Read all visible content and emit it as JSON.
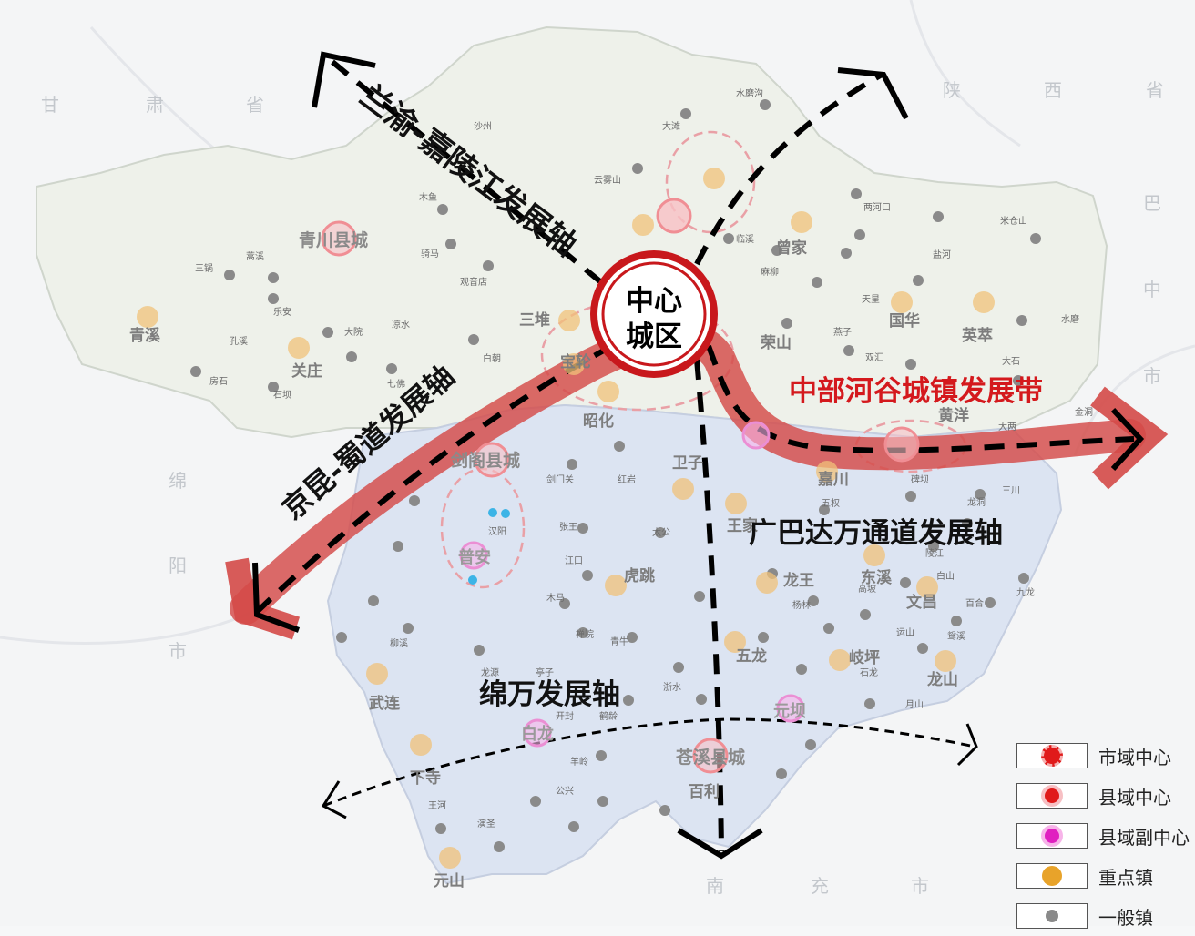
{
  "map": {
    "center_label_line1": "中心",
    "center_label_line2": "城区",
    "axes": {
      "lanyu": "兰渝-嘉陵江发展轴",
      "jingkun": "京昆-蜀道发展轴",
      "central_belt": "中部河谷城镇发展带",
      "guangba": "广巴达万通道发展轴",
      "mianwan": "绵万发展轴"
    },
    "county_centers": [
      "青川县城",
      "剑阁县城",
      "苍溪县城"
    ],
    "sub_centers": [
      "普安",
      "白龙",
      "元坝"
    ],
    "key_towns": [
      "青溪",
      "关庄",
      "三堆",
      "昭化",
      "卫子",
      "曾家",
      "国华",
      "英萃",
      "荣山",
      "黄洋",
      "嘉川",
      "王家",
      "东溪",
      "龙王",
      "文昌",
      "虎跳",
      "五龙",
      "岐坪",
      "龙山",
      "武连",
      "下寺",
      "元山",
      "百利",
      "宝轮"
    ],
    "background_labels": [
      "甘",
      "肃",
      "省",
      "陕",
      "西",
      "省",
      "巴",
      "中",
      "市",
      "绵",
      "阳",
      "市",
      "南",
      "充",
      "市"
    ],
    "minor_labels": [
      "水磨沟",
      "大滩",
      "沙州",
      "云雾山",
      "木鱼",
      "骑马",
      "三锅",
      "蒿溪",
      "观音店",
      "乐安",
      "大院",
      "凉水",
      "孔溪",
      "房石",
      "石坝",
      "白朝",
      "七佛",
      "两河口",
      "临溪",
      "麻柳",
      "盐河",
      "大石",
      "米仓山",
      "天星",
      "燕子",
      "双汇",
      "水磨",
      "大两",
      "金洞",
      "柳溪",
      "汉阳",
      "开封",
      "鹤龄",
      "羊岭",
      "公兴",
      "王河",
      "演圣",
      "龙源",
      "剑门关",
      "红岩",
      "太公",
      "张王",
      "江口",
      "木马",
      "禅院",
      "杨林",
      "青牛",
      "高坡",
      "亭子",
      "浙水",
      "月山",
      "运山",
      "石龙",
      "鸳溪",
      "九龙",
      "白山",
      "百合",
      "龙洞",
      "碑坝",
      "五权",
      "陵江",
      "三川"
    ]
  },
  "legend": {
    "items": [
      {
        "label": "市域中心",
        "symbol": "city-center"
      },
      {
        "label": "县域中心",
        "symbol": "county-center"
      },
      {
        "label": "县域副中心",
        "symbol": "county-sub-center"
      },
      {
        "label": "重点镇",
        "symbol": "key-town"
      },
      {
        "label": "一般镇",
        "symbol": "general-town"
      }
    ]
  },
  "colors": {
    "axis_red": "#d9453f",
    "center_red": "#c8181c",
    "sub_center_magenta": "#e020c0",
    "key_town_orange": "#e8a32a",
    "general_town_gray": "#8a8a8a",
    "south_region": "#dbe4f2",
    "north_region": "#eef1ec"
  }
}
